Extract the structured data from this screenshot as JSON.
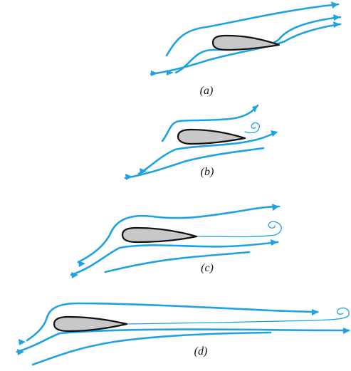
{
  "figure": {
    "panels": [
      {
        "id": "a",
        "caption": "(a)"
      },
      {
        "id": "b",
        "caption": "(b)"
      },
      {
        "id": "c",
        "caption": "(c)"
      },
      {
        "id": "d",
        "caption": "(d)"
      }
    ],
    "colors": {
      "streamline": "#1fa2e0",
      "airfoil_fill": "#c8c8c8",
      "airfoil_outline": "#111111"
    }
  }
}
